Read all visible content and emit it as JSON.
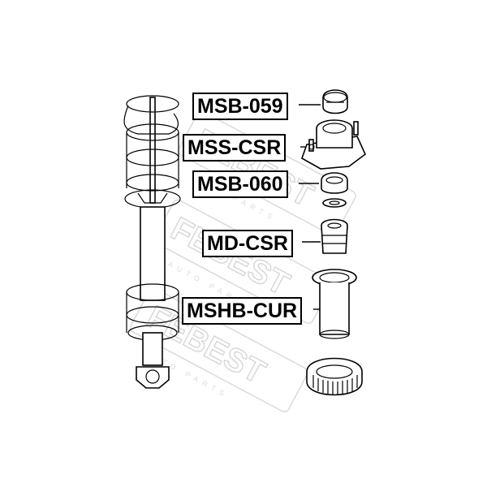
{
  "brand": {
    "watermark": "FEBEST",
    "watermark_sub": "AUTO PARTS"
  },
  "parts": [
    {
      "id": "msb059",
      "label": "MSB-059"
    },
    {
      "id": "msscsr",
      "label": "MSS-CSR"
    },
    {
      "id": "msb060",
      "label": "MSB-060"
    },
    {
      "id": "mdcsr",
      "label": "MD-CSR"
    },
    {
      "id": "mshbcur",
      "label": "MSHB-CUR"
    }
  ],
  "colors": {
    "line": "#000000",
    "watermark": "#d6d6d6",
    "background": "#ffffff"
  }
}
